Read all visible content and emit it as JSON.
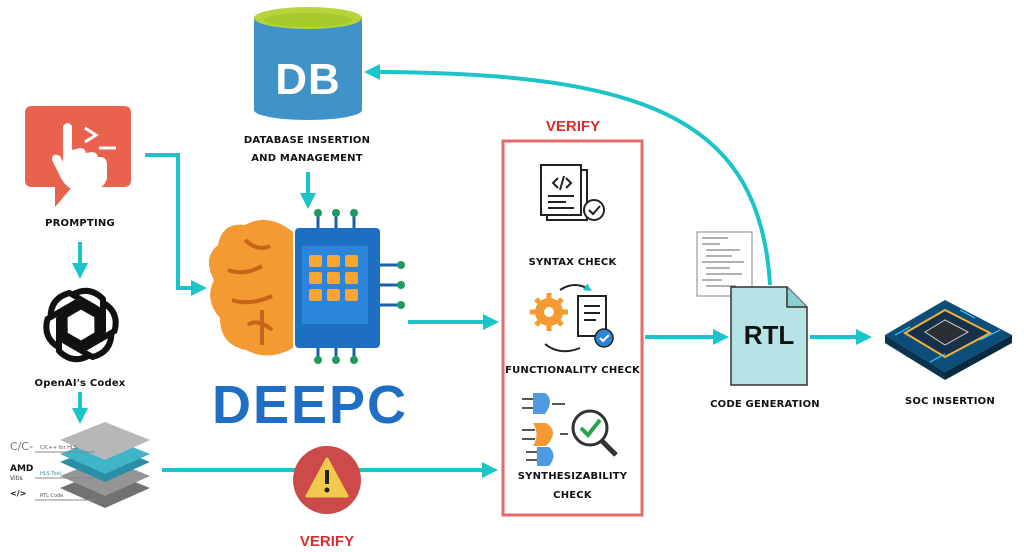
{
  "db": {
    "text": "DB",
    "label_line1": "DATABASE INSERTION",
    "label_line2": "AND MANAGEMENT"
  },
  "prompting": {
    "label": "PROMPTING"
  },
  "codex": {
    "label": "OpenAI's Codex"
  },
  "hls": {
    "cpp_prefix": "C/C-",
    "cpp_label": "C/C++ for HLS",
    "amd_brand": "AMD",
    "amd_sub": "Vitis",
    "hls_label": "HLS Tool",
    "rtl_label": "RTL Code"
  },
  "deepc": {
    "title": "DEEPC"
  },
  "verify_box": {
    "title": "VERIFY",
    "syntax": "SYNTAX CHECK",
    "functionality": "FUNCTIONALITY CHECK",
    "synth_line1": "SYNTHESIZABILITY",
    "synth_line2": "CHECK"
  },
  "bottom_verify": {
    "title": "VERIFY"
  },
  "rtl": {
    "text": "RTL",
    "label": "CODE GENERATION"
  },
  "soc": {
    "label": "SOC INSERTION"
  },
  "colors": {
    "arrow": "#1bc4c9",
    "db_blue": "#3f93c9",
    "db_top": "#b7d53a",
    "prompt_red": "#e8624e",
    "brain_orange": "#f39a33",
    "chip_blue": "#1d6fc1",
    "deepc_blue": "#1e6fc3",
    "verify_red": "#d62f2f",
    "warning_red": "#cc4a4a",
    "rtl_doc": "#b6e3e5"
  }
}
